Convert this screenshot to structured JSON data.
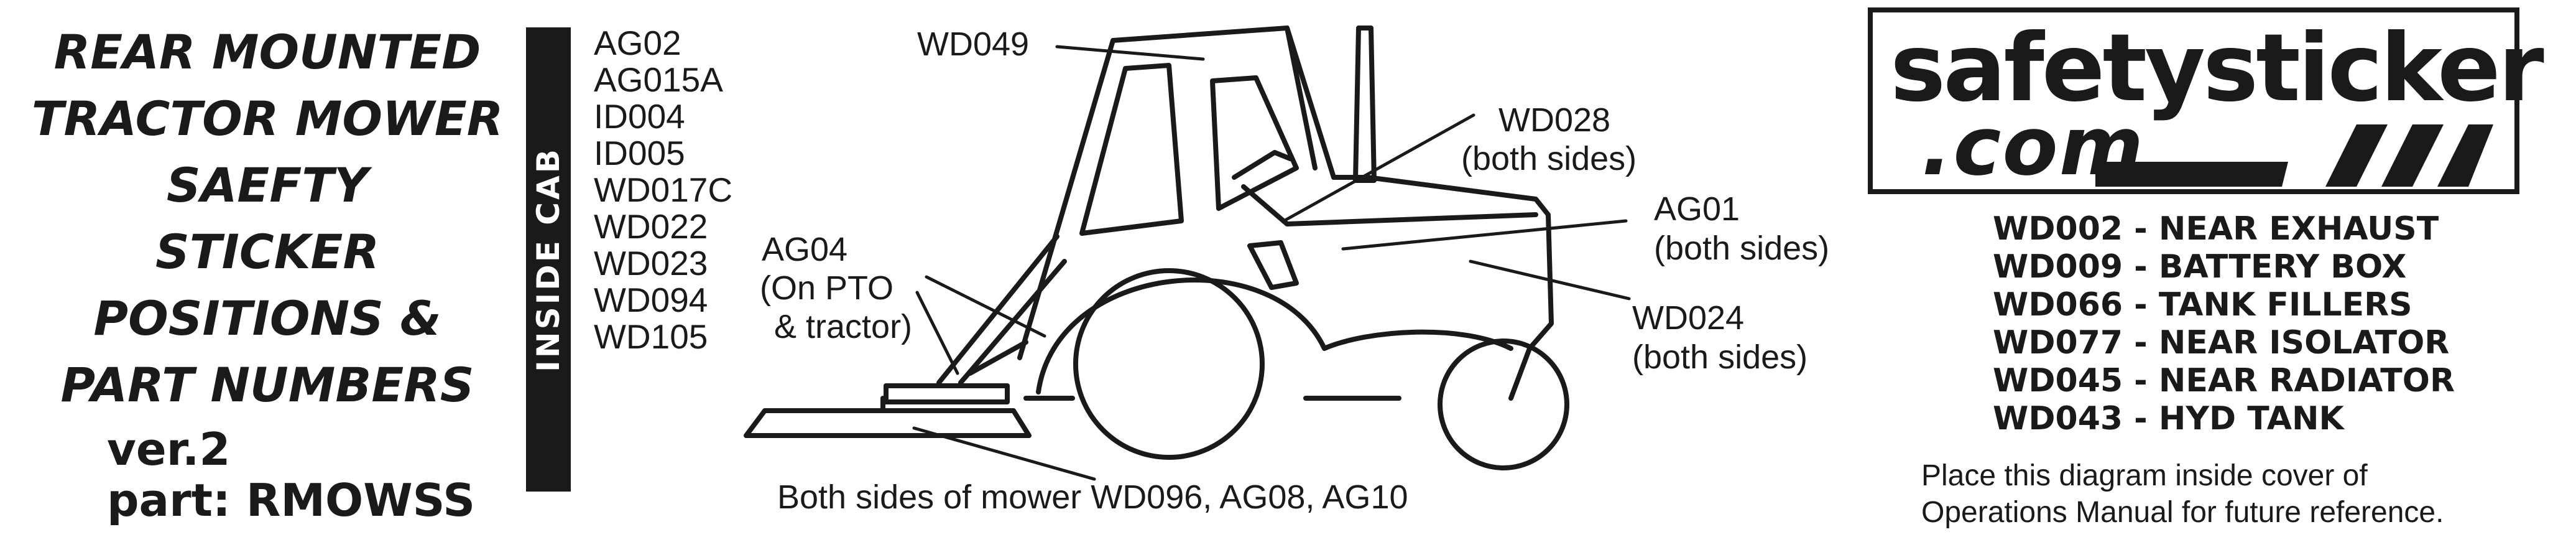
{
  "title": {
    "lines": [
      "REAR MOUNTED",
      "TRACTOR MOWER",
      "SAEFTY",
      "STICKER",
      "POSITIONS &",
      "PART NUMBERS"
    ],
    "version": "ver.2",
    "part": "part: RMOWSS"
  },
  "inside_cab": {
    "label": "INSIDE CAB",
    "items": [
      "AG02",
      "AG015A",
      "ID004",
      "ID005",
      "WD017C",
      "WD022",
      "WD023",
      "WD094",
      "WD105"
    ]
  },
  "diagram_labels": {
    "wd049": "WD049",
    "wd028": "WD028",
    "wd028_note": "(both sides)",
    "ag01": "AG01",
    "ag01_note": "(both sides)",
    "ag04": "AG04",
    "ag04_note1": "(On PTO",
    "ag04_note2": "& tractor)",
    "wd024": "WD024",
    "wd024_note": "(both sides)",
    "mower": "Both sides of mower WD096, AG08, AG10"
  },
  "logo": {
    "top": "safetysticker",
    "bottom": ".com"
  },
  "locations": [
    "WD002 - NEAR EXHAUST",
    "WD009 - BATTERY BOX",
    "WD066 - TANK FILLERS",
    "WD077 - NEAR ISOLATOR",
    "WD045 - NEAR RADIATOR",
    "WD043 - HYD TANK"
  ],
  "note": {
    "line1": "Place this diagram inside cover of",
    "line2": "Operations Manual for future reference."
  }
}
